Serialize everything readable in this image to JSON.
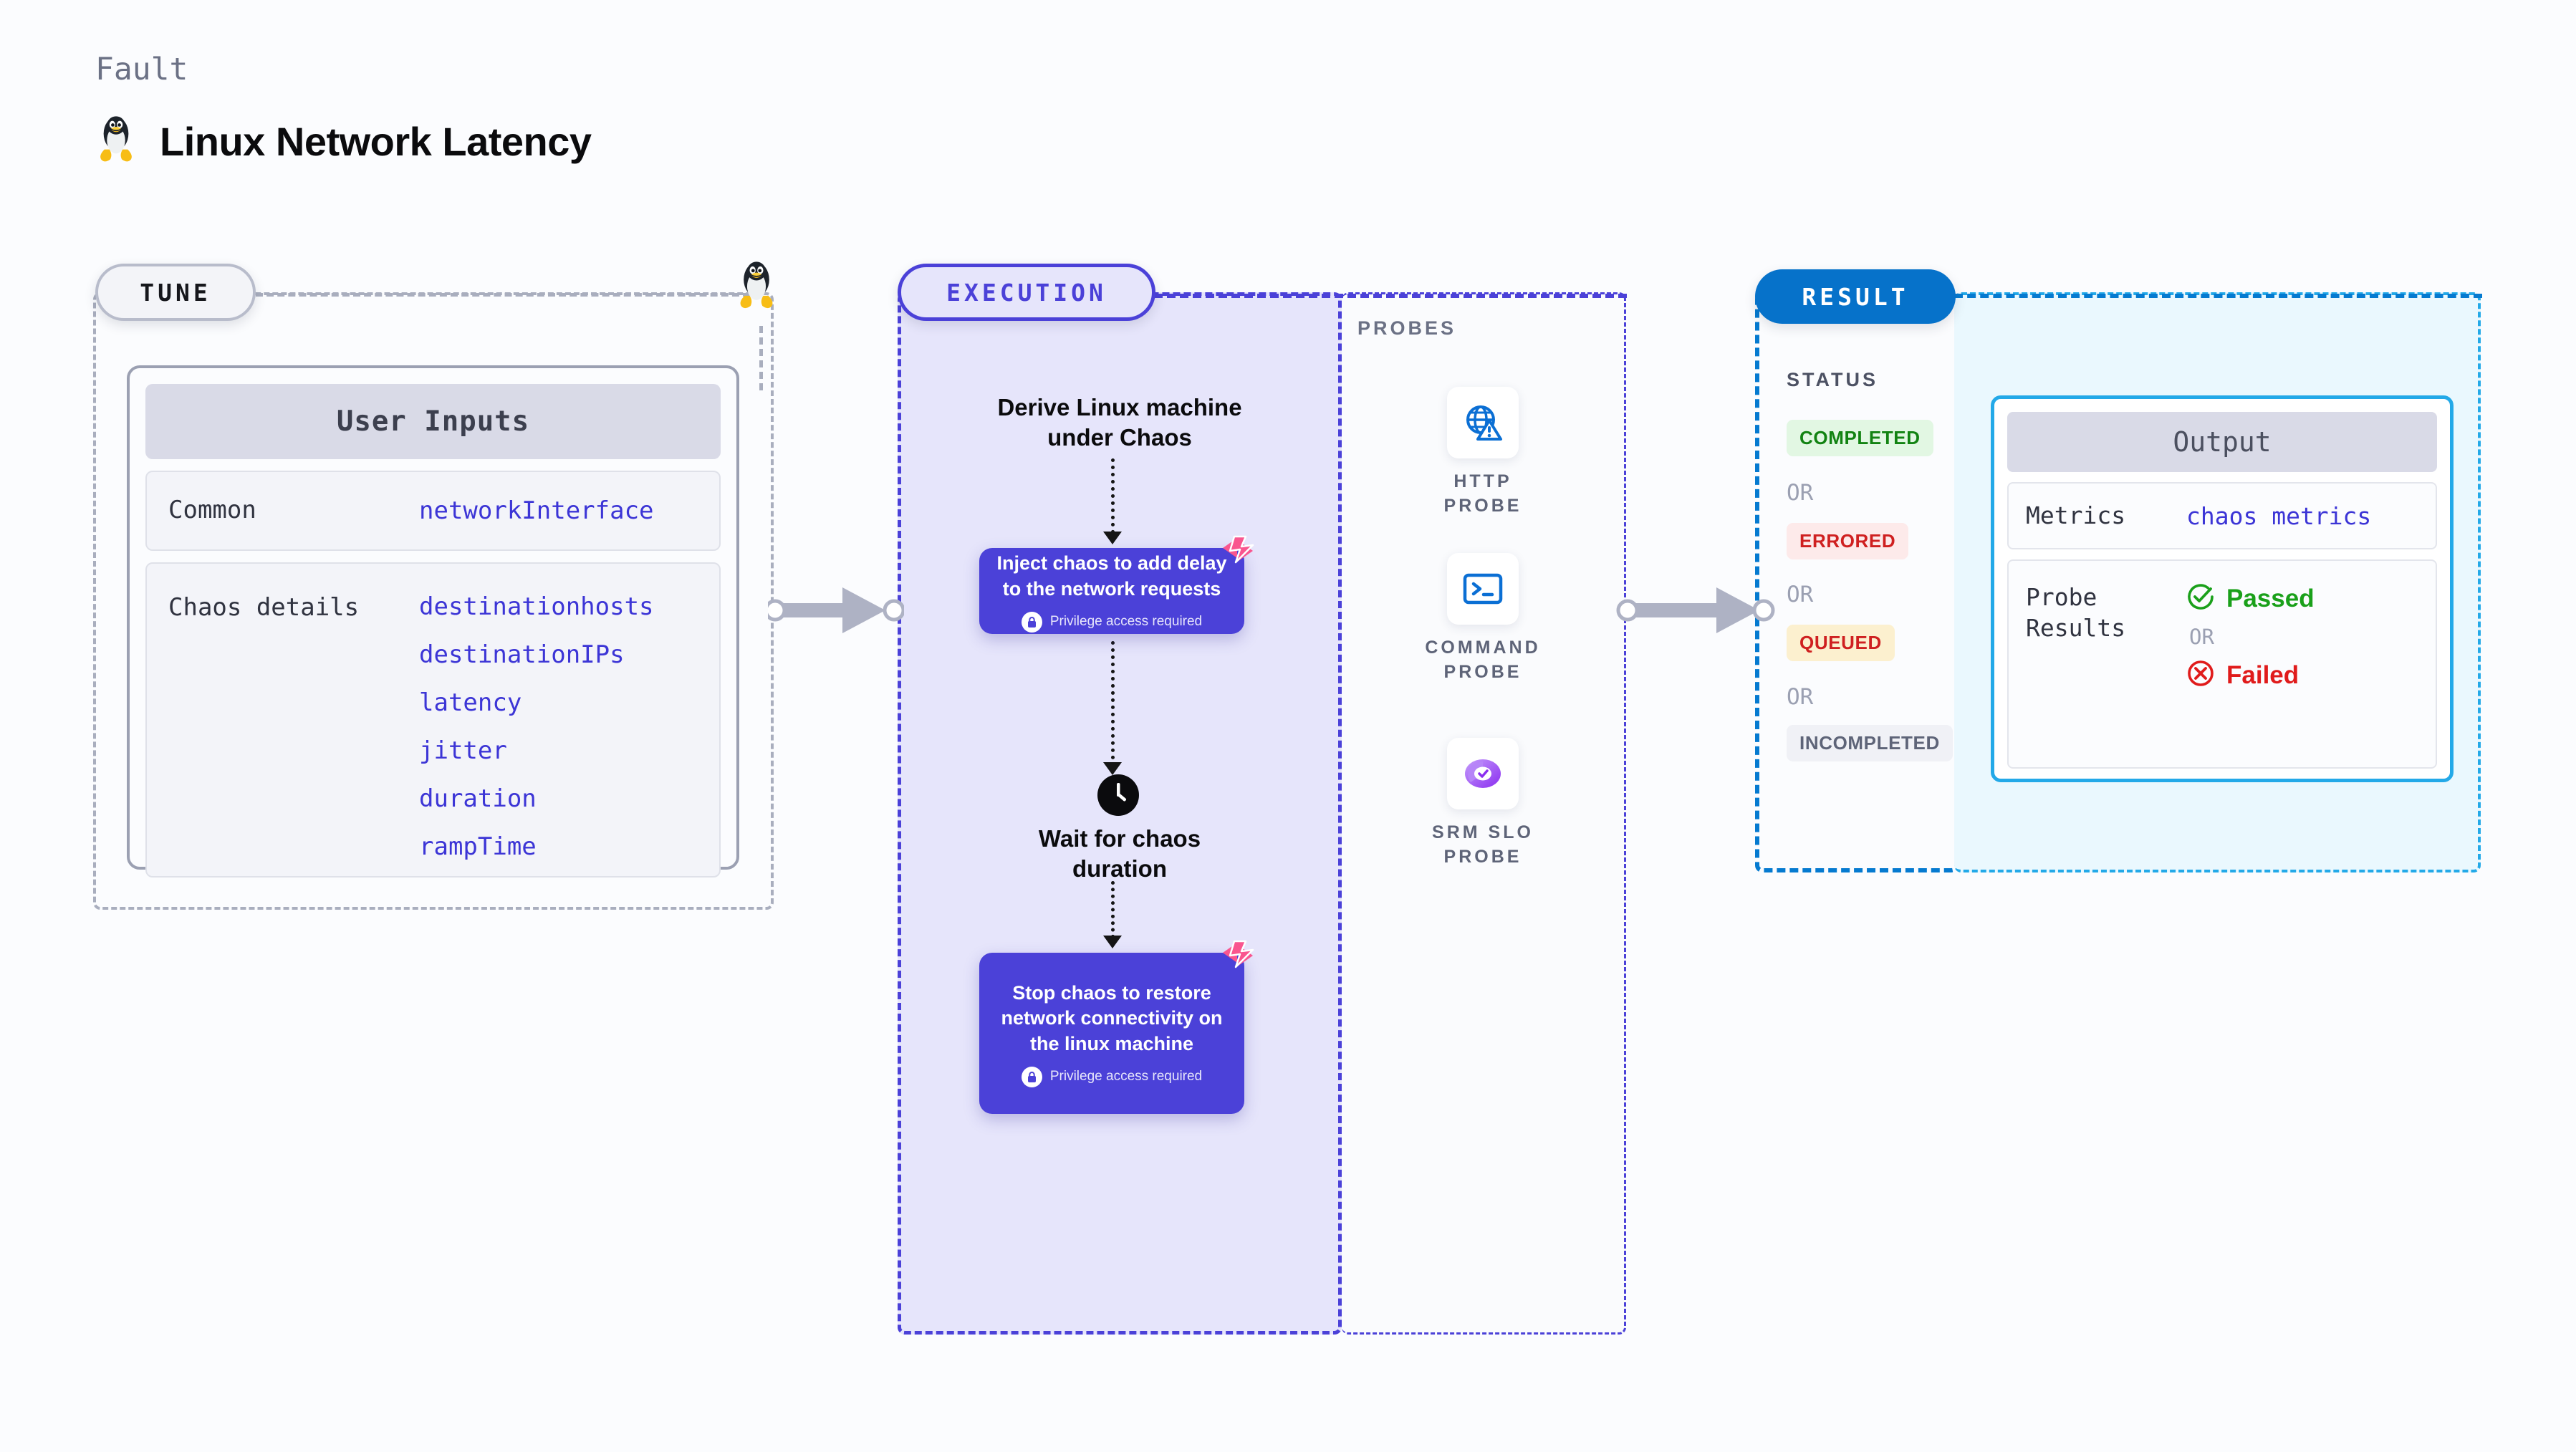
{
  "header": {
    "eyebrow": "Fault",
    "title": "Linux Network Latency",
    "icon": "linux-penguin-icon"
  },
  "stages": {
    "tune": "TUNE",
    "execution": "EXECUTION",
    "probes": "PROBES",
    "result": "RESULT",
    "status": "STATUS"
  },
  "tune": {
    "card_title": "User Inputs",
    "rows": [
      {
        "label": "Common",
        "values": [
          "networkInterface"
        ]
      },
      {
        "label": "Chaos details",
        "values": [
          "destinationhosts",
          "destinationIPs",
          "latency",
          "jitter",
          "duration",
          "rampTime"
        ]
      }
    ]
  },
  "execution": {
    "step_derive": "Derive Linux machine under Chaos",
    "action_inject": "Inject chaos to add delay to the network requests",
    "privilege_note": "Privilege access required",
    "step_wait": "Wait for chaos duration",
    "action_stop": "Stop chaos to restore network connectivity on the linux machine"
  },
  "probes": [
    {
      "name": "HTTP PROBE",
      "icon": "globe-warning-icon"
    },
    {
      "name": "COMMAND PROBE",
      "icon": "terminal-prompt-icon"
    },
    {
      "name": "SRM SLO PROBE",
      "icon": "slo-donut-check-icon"
    }
  ],
  "status": {
    "or": "OR",
    "chips": [
      {
        "label": "COMPLETED",
        "color": "#128312",
        "bg": "#e2f7e3"
      },
      {
        "label": "ERRORED",
        "color": "#cf2020",
        "bg": "#fdeaea"
      },
      {
        "label": "QUEUED",
        "color": "#cf2020",
        "bg": "#fcf0cf"
      },
      {
        "label": "INCOMPLETED",
        "color": "#5e6478",
        "bg": "#f0f1f6"
      }
    ]
  },
  "output": {
    "title": "Output",
    "metrics_label": "Metrics",
    "metrics_value": "chaos metrics",
    "probe_results_label": "Probe Results",
    "passed": "Passed",
    "failed": "Failed",
    "or": "OR"
  },
  "colors": {
    "accent_purple": "#4b41d8",
    "accent_blue": "#0672ca",
    "accent_cyan": "#23a9e8",
    "grey_dash": "#a9aebe",
    "pink_badge": "#f9568f"
  }
}
